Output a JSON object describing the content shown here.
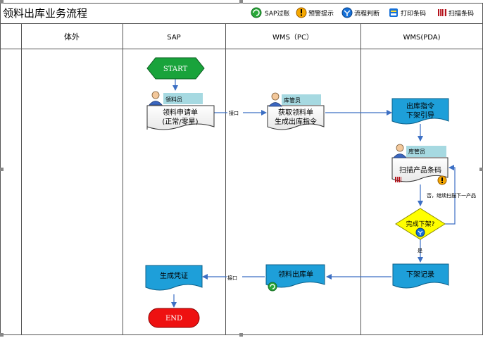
{
  "title": "领料出库业务流程",
  "legend": {
    "sap_posting": "SAP过账",
    "warning": "预警提示",
    "flow_decision": "流程判断",
    "print_barcode": "打印条码",
    "scan_barcode": "扫描条码"
  },
  "lanes": {
    "external": "体外",
    "sap": "SAP",
    "wms_pc": "WMS（PC）",
    "wms_pda": "WMS(PDA)"
  },
  "nodes": {
    "start": "START",
    "end": "END",
    "requisition_role": "领料员",
    "requisition_line1": "领料申请单",
    "requisition_line2": "(正常/零星)",
    "wms_pc_role": "库管员",
    "get_req_line1": "获取领料单",
    "get_req_line2": "生成出库指令",
    "outbound_line1": "出库指令",
    "outbound_line2": "下架引导",
    "pda_role": "库管员",
    "scan_product": "扫描产品条码",
    "decision": "完成下架?",
    "shelf_record": "下架记录",
    "issue_doc": "领料出库单",
    "voucher": "生成凭证"
  },
  "edges": {
    "interface_1": "接口",
    "interface_2": "接口",
    "continue_scan": "否，继续扫描下一产品",
    "yes": "是"
  },
  "colors": {
    "doc_fill": "#1e9fd9",
    "start_fill": "#19a33b",
    "end_fill": "#ee1111",
    "decision_fill": "#ffff00",
    "role_tag": "#a6d9e1",
    "line": "#3c6fc4"
  }
}
